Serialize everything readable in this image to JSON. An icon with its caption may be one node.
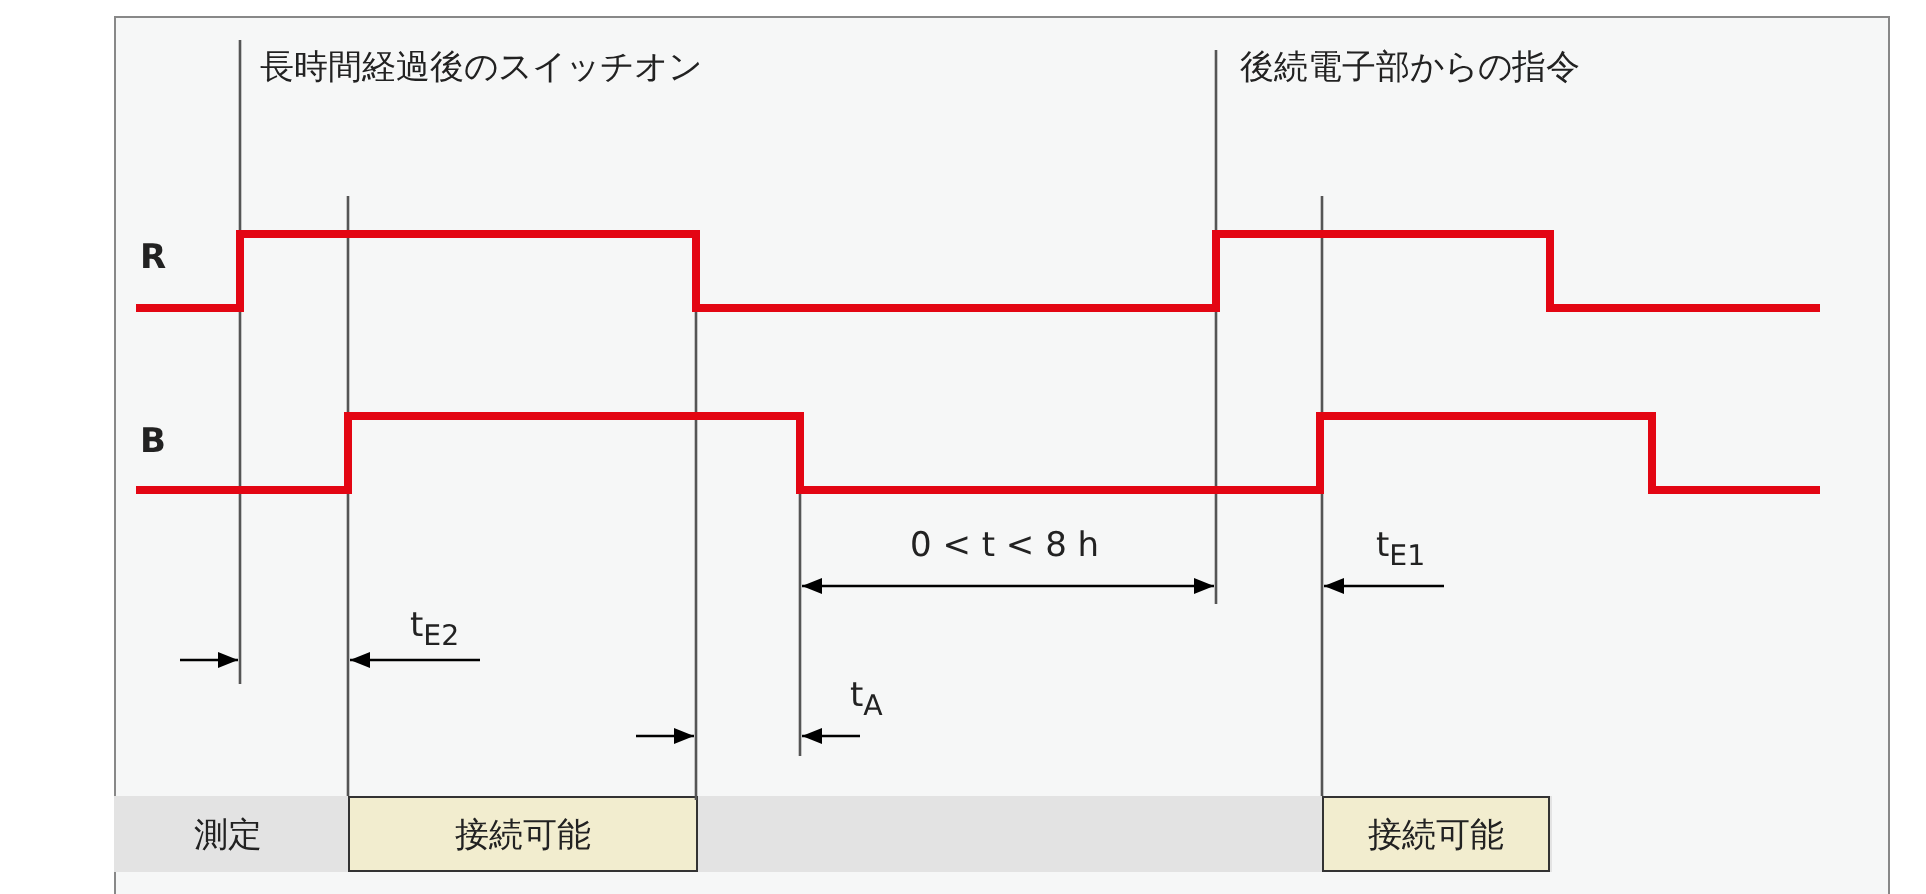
{
  "diagram": {
    "nodes": [
      {
        "text": [
          "測定"
        ]
      },
      {
        "text": [
          "接続可能"
        ],
        "in": 0
      },
      {
        "text": [
          "接続可能"
        ],
        "in": 0
      }
    ],
    "labels": [
      "長時間経過後のスイッチオン",
      "後続電子部からの指令",
      "R",
      "B",
      "0 < t < 8 h",
      "t$_{E1}$",
      "t$_{E2}$",
      "t$_{A}$"
    ]
  }
}
